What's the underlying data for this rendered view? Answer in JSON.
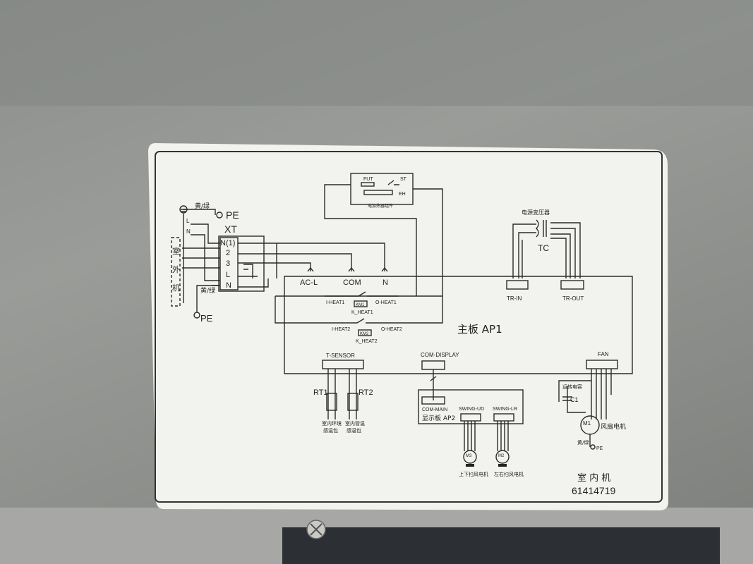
{
  "colors": {
    "surface": "#8d8f8d",
    "label": "#f2f2ee",
    "ink": "#222222"
  },
  "ground": {
    "pe_top": "PE",
    "pe_bottom": "PE",
    "wire_top": "黄/绿",
    "wire_bottom": "黄/绿"
  },
  "terminal": {
    "name": "XT",
    "rows": [
      "N(1)",
      "2",
      "3",
      "L",
      "N"
    ],
    "left_letters": [
      "L",
      "N"
    ],
    "outdoor_unit": [
      "室",
      "外",
      "机"
    ]
  },
  "heater": {
    "fuse": "FUT",
    "thermostat": "ST",
    "element": "EH",
    "caption": "电加热器组件"
  },
  "transformer": {
    "caption": "电源变压器",
    "name": "TC",
    "in": "TR-IN",
    "out": "TR-OUT"
  },
  "mainboard": {
    "name": "主板 AP1",
    "terminals": [
      "AC-L",
      "COM",
      "N"
    ],
    "relay1": {
      "in": "I-HEAT1",
      "out": "O-HEAT1",
      "coil": "KM1",
      "name": "K_HEAT1"
    },
    "relay2": {
      "in": "I-HEAT2",
      "out": "O-HEAT2",
      "coil": "KM2",
      "name": "K_HEAT2"
    }
  },
  "sensors": {
    "connector": "T-SENSOR",
    "rt1": "RT1",
    "rt2": "RT2",
    "rt1_caption": [
      "室内环境",
      "感温包"
    ],
    "rt2_caption": [
      "室内管温",
      "感温包"
    ]
  },
  "display": {
    "connector": "COM-DISPLAY",
    "main": "COM-MAIN",
    "board": "显示板 AP2",
    "swing_ud": "SWING-UD",
    "swing_lr": "SWING-LR",
    "m3": "M3",
    "m2": "M2",
    "m3_caption": "上下扫风电机",
    "m2_caption": "左右扫风电机"
  },
  "fan": {
    "connector": "FAN",
    "capacitor_caption": "运转电容",
    "capacitor": "C1",
    "motor": "M1",
    "motor_caption": "风扇电机",
    "pe": "PE",
    "wire": "黄/绿"
  },
  "footer": {
    "unit": "室 内 机",
    "code": "61414719"
  }
}
